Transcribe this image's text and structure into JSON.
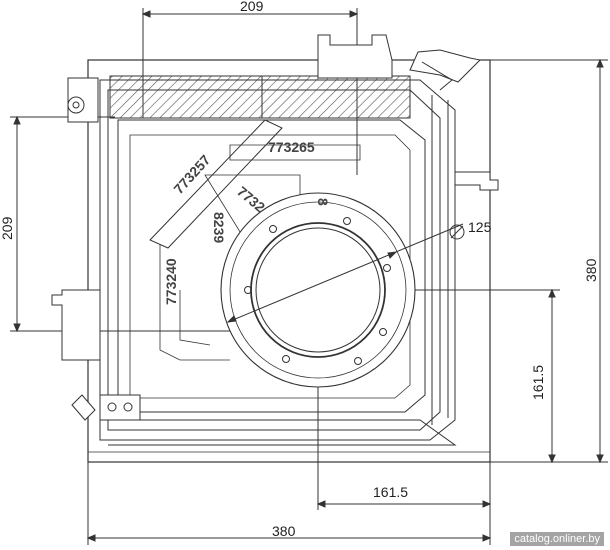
{
  "dimensions": {
    "top_width": "209",
    "left_height": "209",
    "right_height": "380",
    "right_inner_height": "161.5",
    "bottom_inner_width": "161.5",
    "bottom_width": "380",
    "flue_diameter": "125"
  },
  "part_numbers": {
    "p1": "773257",
    "p2": "773265",
    "p3": "7732",
    "p4": "8239",
    "p5": "773240",
    "p6": "8"
  },
  "watermark": "catalog.onliner.by",
  "colors": {
    "line": "#333333",
    "hatch": "#555555",
    "background": "#ffffff"
  }
}
